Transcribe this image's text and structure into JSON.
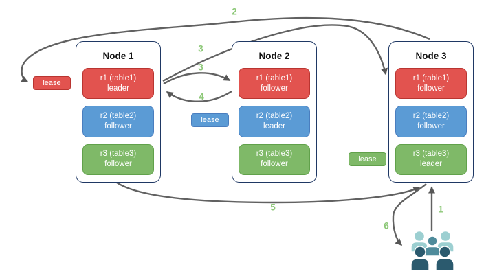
{
  "diagram": {
    "nodes": [
      {
        "title": "Node 1",
        "replicas": [
          {
            "name": "r1 (table1)",
            "role": "leader"
          },
          {
            "name": "r2 (table2)",
            "role": "follower"
          },
          {
            "name": "r3 (table3)",
            "role": "follower"
          }
        ]
      },
      {
        "title": "Node 2",
        "replicas": [
          {
            "name": "r1 (table1)",
            "role": "follower"
          },
          {
            "name": "r2 (table2)",
            "role": "leader"
          },
          {
            "name": "r3 (table3)",
            "role": "follower"
          }
        ]
      },
      {
        "title": "Node 3",
        "replicas": [
          {
            "name": "r1 (table1)",
            "role": "follower"
          },
          {
            "name": "r2 (table2)",
            "role": "follower"
          },
          {
            "name": "r3 (table3)",
            "role": "leader"
          }
        ]
      }
    ],
    "leases": {
      "table1": {
        "label": "lease"
      },
      "table2": {
        "label": "lease"
      },
      "table3": {
        "label": "lease"
      }
    },
    "steps": {
      "s1": "1",
      "s2": "2",
      "s3a": "3",
      "s3b": "3",
      "s4": "4",
      "s5": "5",
      "s6": "6"
    },
    "icons": {
      "users": "users-group-icon"
    },
    "colors": {
      "replica_red": "#e2534f",
      "replica_red_border": "#b93531",
      "replica_blue": "#5b9bd5",
      "replica_blue_border": "#4a7ebf",
      "replica_green": "#7fb968",
      "replica_green_border": "#61a14b",
      "node_border": "#1f3864",
      "arrow_gray": "#616161",
      "step_label_green": "#8dc878",
      "users_light_teal": "#9ccfd1",
      "users_medium_teal": "#4e8b9b",
      "users_dark_teal": "#2b5a6e"
    }
  }
}
